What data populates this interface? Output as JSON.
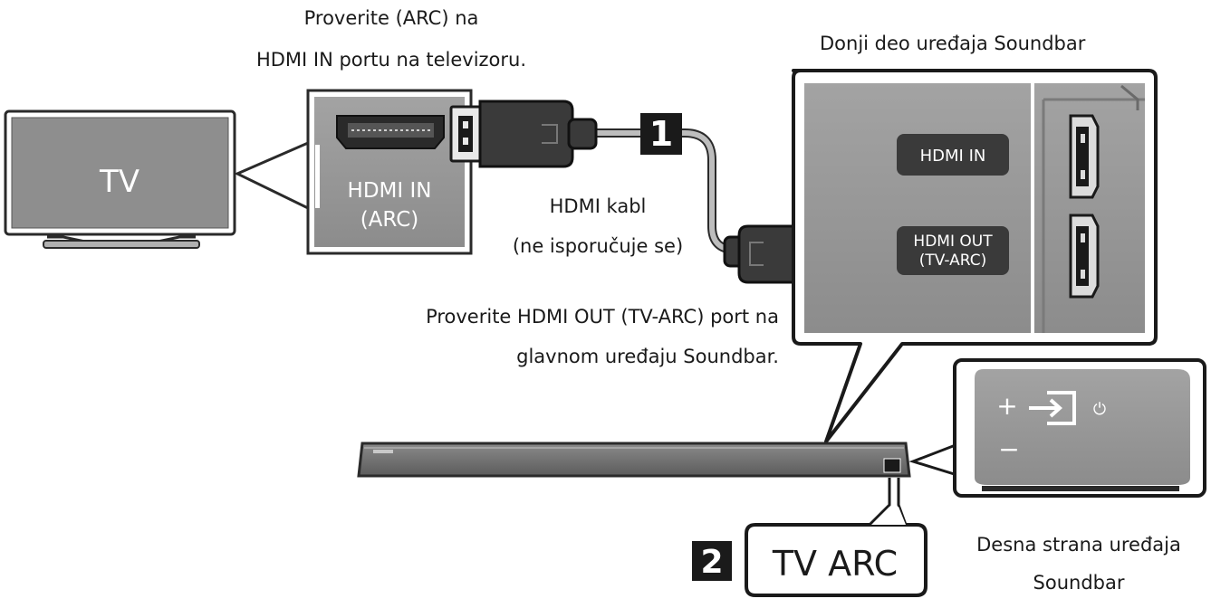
{
  "captions": {
    "tv_port_check": [
      "Proverite (ARC) na",
      "HDMI IN portu na televizoru."
    ],
    "soundbar_bottom": "Donji deo uređaja Soundbar",
    "hdmi_cable": [
      "HDMI kabl",
      "(ne isporučuje se)"
    ],
    "soundbar_port_check": [
      "Proverite HDMI OUT (TV-ARC) port na",
      "glavnom uređaju Soundbar."
    ],
    "soundbar_right_side": [
      "Desna strana uređaja",
      "Soundbar"
    ]
  },
  "tv": {
    "label": "TV"
  },
  "tv_port": {
    "line1": "HDMI IN",
    "line2": "(ARC)"
  },
  "soundbar_ports": {
    "hdmi_in": "HDMI IN",
    "hdmi_out_line1": "HDMI OUT",
    "hdmi_out_line2": "(TV-ARC)"
  },
  "steps": {
    "step1": "1",
    "step2": "2",
    "tv_arc": "TV ARC"
  },
  "soundbar_buttons": {
    "plus": "+",
    "minus": "−",
    "power": "⏻"
  },
  "icons": [
    "tv-icon",
    "hdmi-connector-icon",
    "hdmi-plug-icon",
    "source-input-icon",
    "power-icon"
  ],
  "colors": {
    "panel": "#9a9a9a",
    "panel_dark": "#6e6e6e",
    "label_box": "#3a3a3a",
    "outline": "#1a1a1a",
    "cable": "#b5b5b5"
  }
}
